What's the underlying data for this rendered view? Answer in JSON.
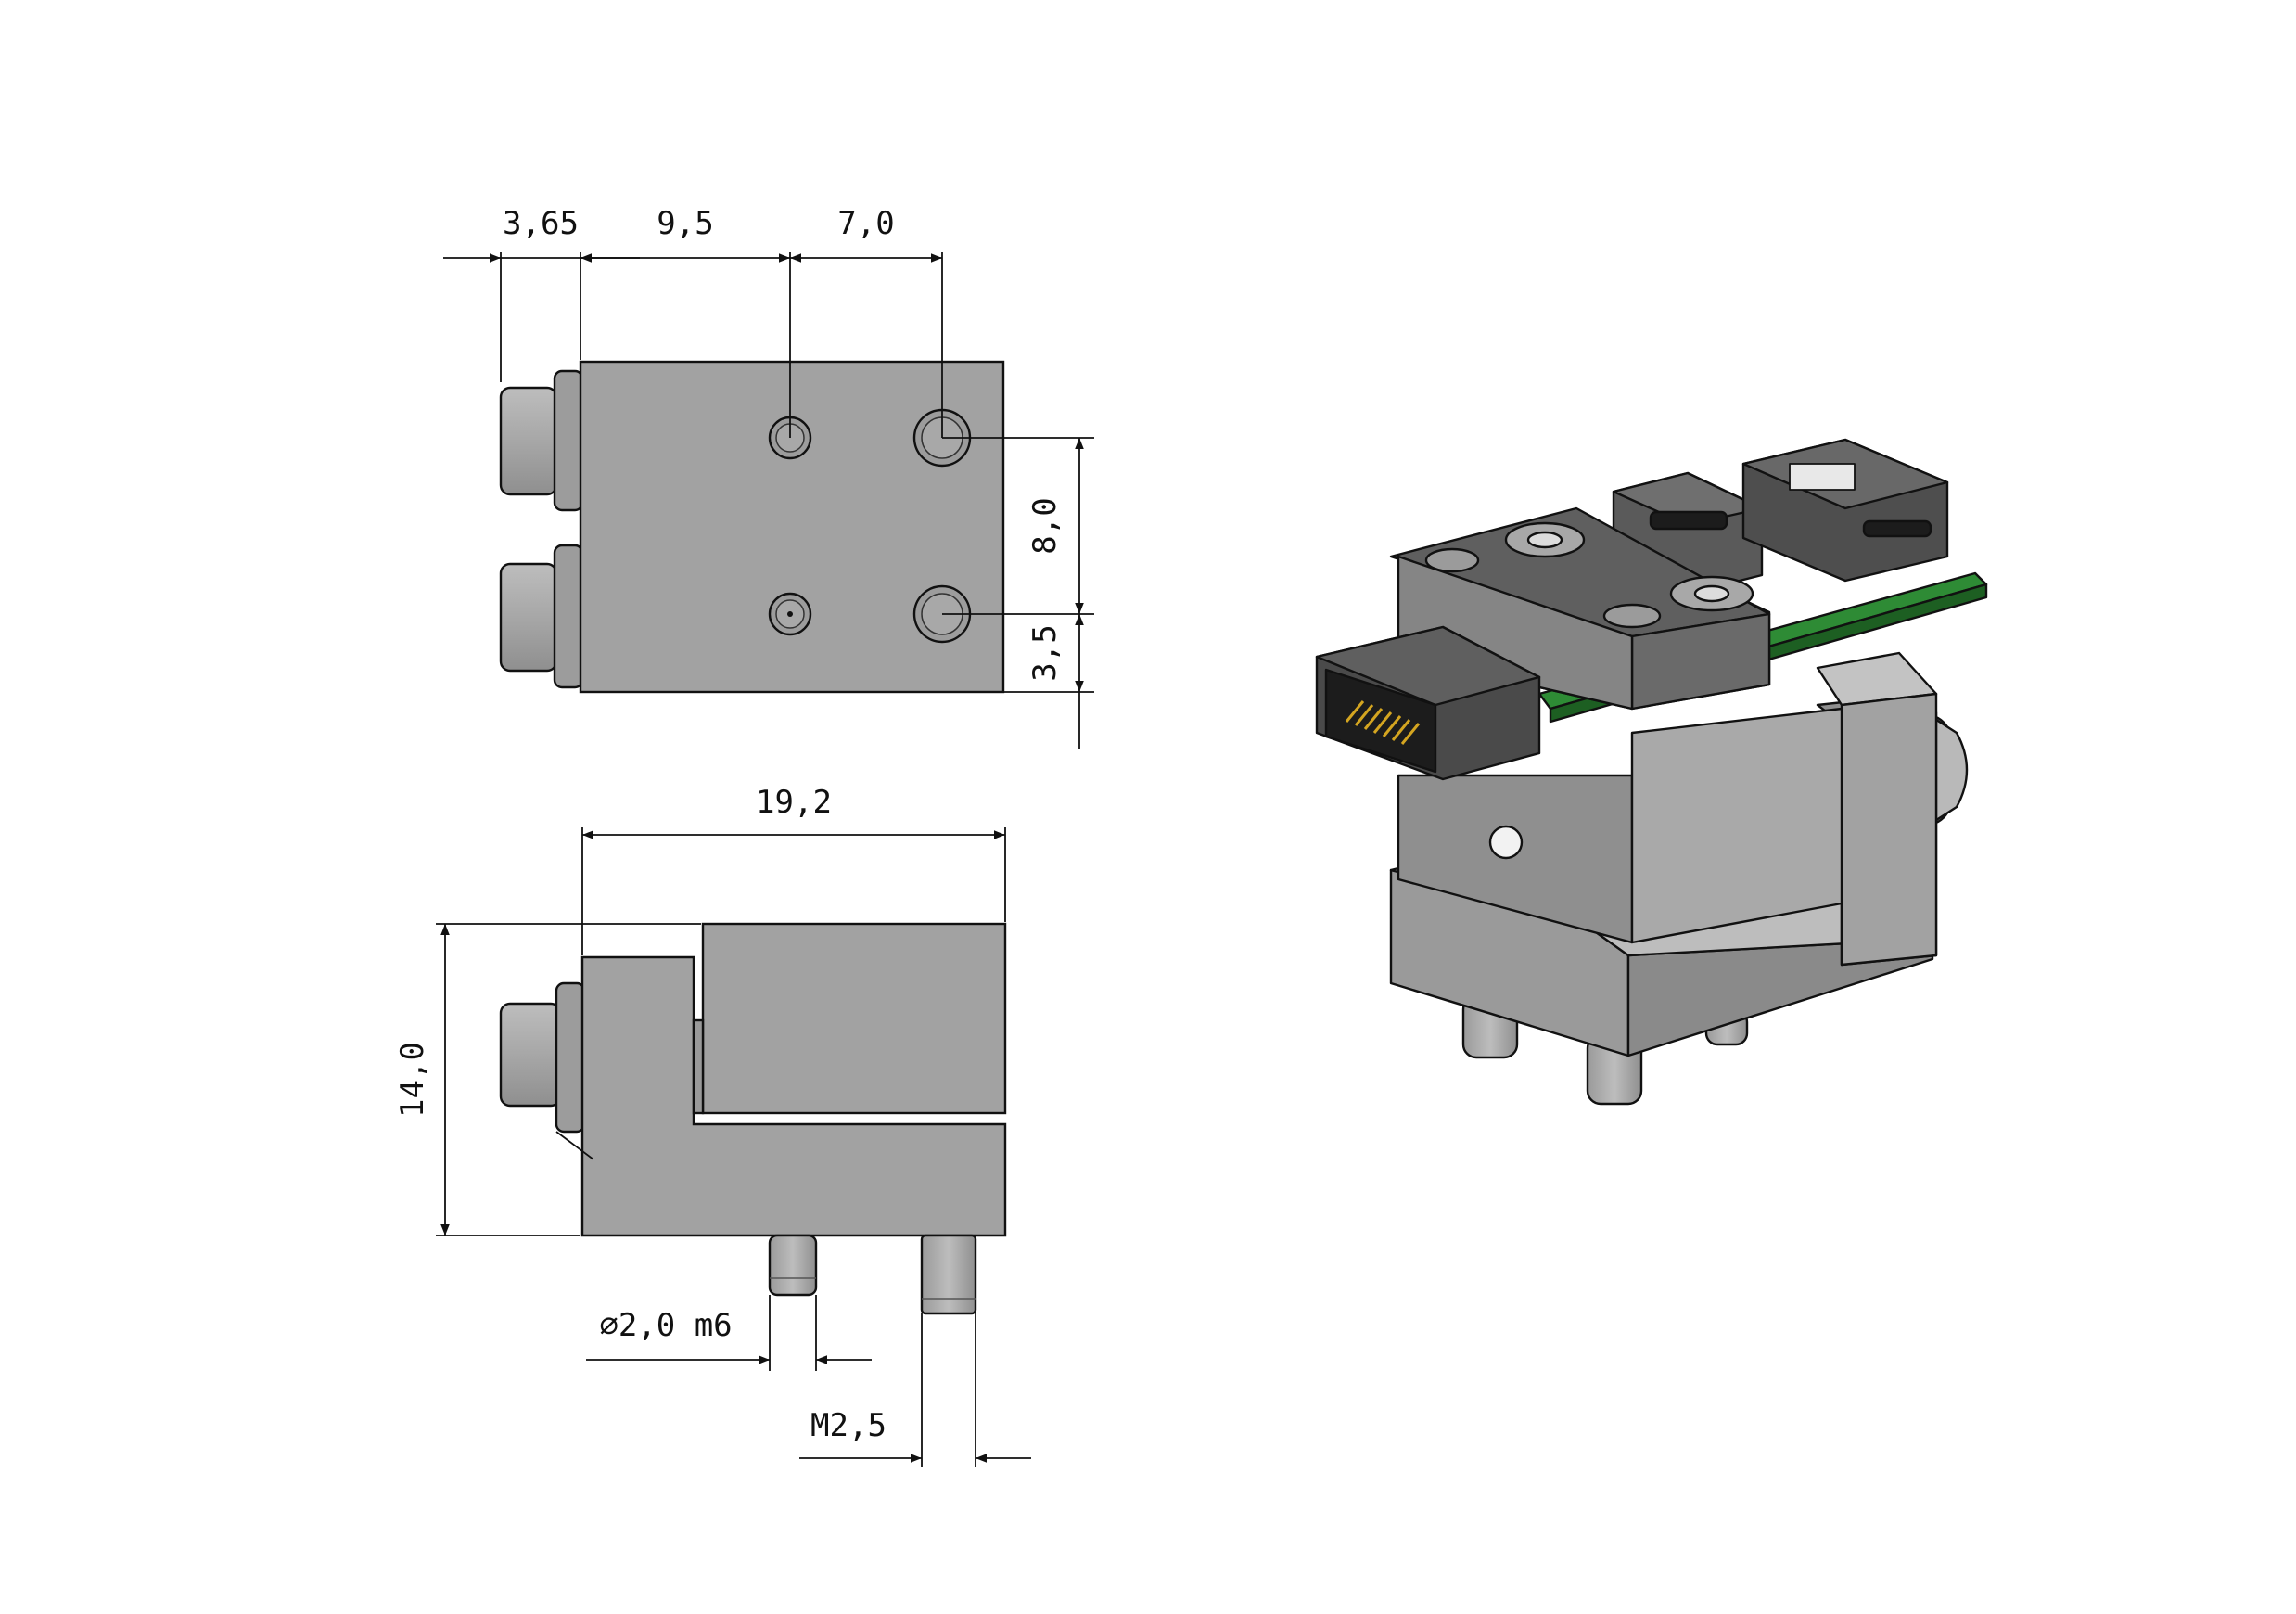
{
  "drawing": {
    "top_view": {
      "dimensions": {
        "d1": "3,65",
        "d2": "9,5",
        "d3": "7,0",
        "d4": "8,0",
        "d5": "3,5"
      }
    },
    "side_view": {
      "dimensions": {
        "width": "19,2",
        "height": "14,0",
        "pin_diameter": "∅2,0 m6",
        "thread": "M2,5"
      }
    }
  },
  "colors": {
    "body_gray": "#a2a2a2",
    "pcb_green": "#2e8b35",
    "outline": "#111111"
  }
}
